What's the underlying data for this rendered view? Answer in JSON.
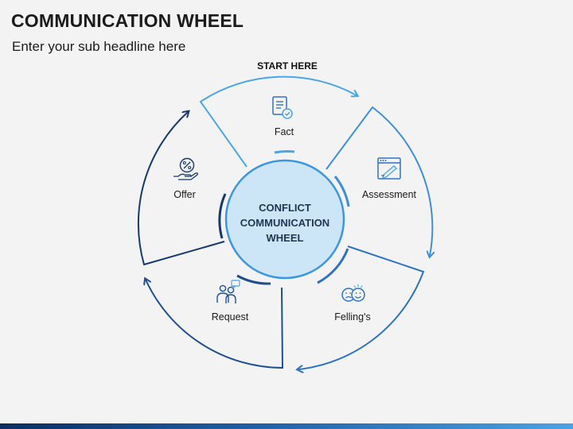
{
  "title": "COMMUNICATION WHEEL",
  "subtitle": "Enter your sub headline here",
  "start_label": "START HERE",
  "center": {
    "lines": [
      "CONFLICT",
      "COMMUNICATION",
      "WHEEL"
    ]
  },
  "segments": [
    {
      "id": "fact",
      "label": "Fact",
      "icon": "document-check-icon",
      "color": "#49a6ec"
    },
    {
      "id": "assessment",
      "label": "Assessment",
      "icon": "browser-edit-icon",
      "color": "#3d8fdb"
    },
    {
      "id": "fellings",
      "label": "Felling's",
      "icon": "emotions-faces-icon",
      "color": "#2c73c6"
    },
    {
      "id": "request",
      "label": "Request",
      "icon": "people-chat-icon",
      "color": "#1e4f94"
    },
    {
      "id": "offer",
      "label": "Offer",
      "icon": "hand-percent-icon",
      "color": "#163a6e"
    }
  ],
  "colors": {
    "center_fill": "#cce6f8",
    "center_stroke": "#3c96e2",
    "background": "#f3f3f3"
  }
}
